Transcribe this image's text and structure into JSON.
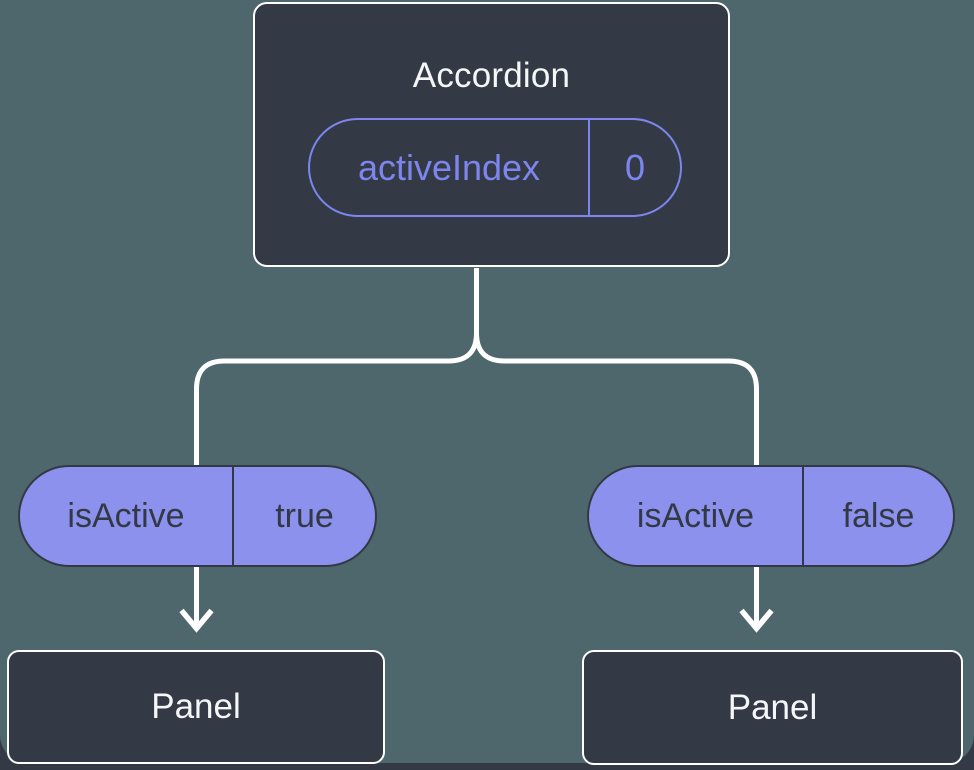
{
  "colors": {
    "page-dark": "#333a45",
    "canvas-teal": "#4e676d",
    "node-fill": "#333a45",
    "node-border": "#ffffff",
    "node-text": "#f4f6f8",
    "pill-fill": "#8b91ec",
    "pill-dark": "#323945",
    "purple-outline": "#7d85ee",
    "connector": "#ffffff"
  },
  "root_node": {
    "title": "Accordion",
    "prop": {
      "name": "activeIndex",
      "value": "0"
    }
  },
  "branches": [
    {
      "prop": {
        "name": "isActive",
        "value": "true"
      },
      "node": {
        "title": "Panel"
      }
    },
    {
      "prop": {
        "name": "isActive",
        "value": "false"
      },
      "node": {
        "title": "Panel"
      }
    }
  ]
}
